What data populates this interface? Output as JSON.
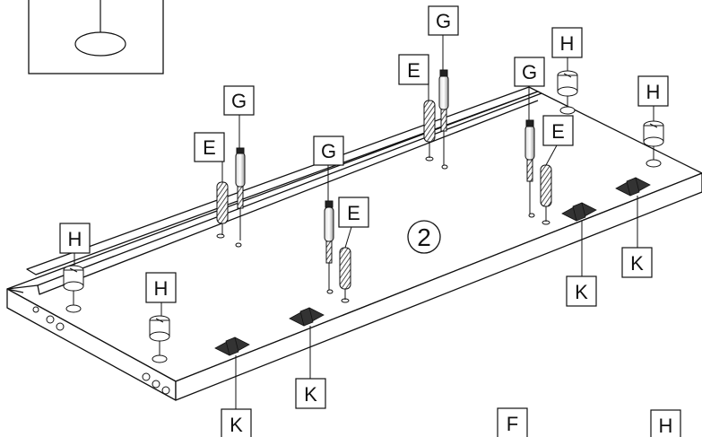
{
  "diagram": {
    "step_number": "2",
    "callouts": {
      "G1": "G",
      "G2": "G",
      "G3": "G",
      "G4": "G",
      "E1": "E",
      "E2": "E",
      "E3": "E",
      "E4": "E",
      "H1": "H",
      "H2": "H",
      "H3": "H",
      "H4": "H",
      "H5": "H",
      "K1": "K",
      "K2": "K",
      "K3": "K",
      "K4": "K",
      "F1": "F"
    },
    "colors": {
      "line": "#111111",
      "panel": "#ffffff",
      "hardware": "#333333"
    }
  }
}
